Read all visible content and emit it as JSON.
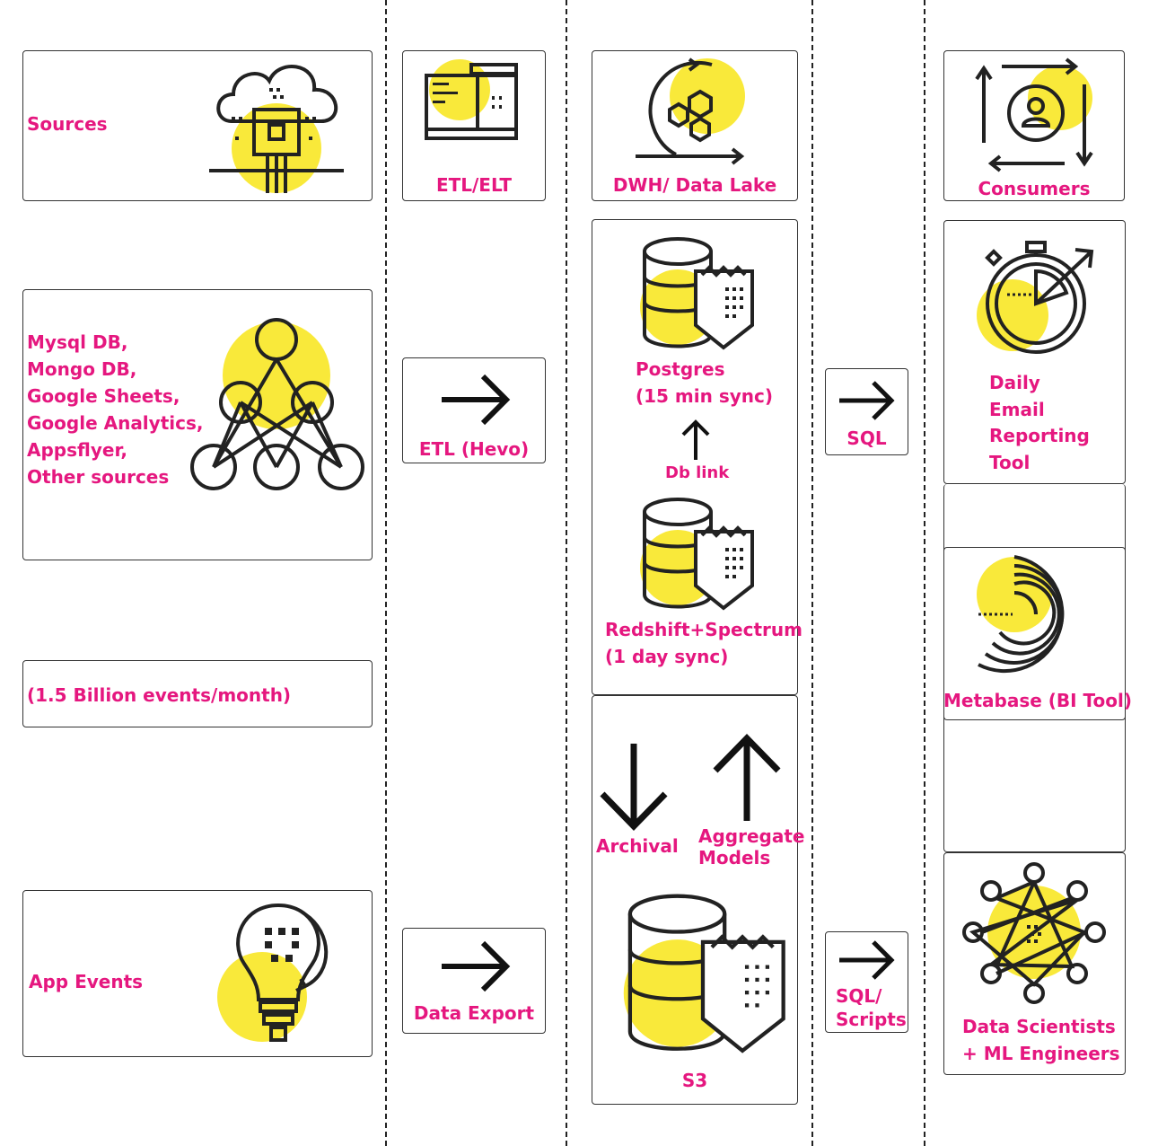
{
  "colors": {
    "accent_text": "#e5177f",
    "highlight": "#f9e93a",
    "line": "#222222"
  },
  "sources": {
    "header": "Sources",
    "list": [
      "Mysql DB,",
      "Mongo DB,",
      "Google Sheets,",
      "Google Analytics,",
      "Appsflyer,",
      "Other sources"
    ],
    "volume": "(1.5 Billion events/month)",
    "app_events": "App Events"
  },
  "etl": {
    "header": "ETL/ELT",
    "hevo": "ETL (Hevo)",
    "export": "Data Export"
  },
  "dwh": {
    "header": "DWH/ Data Lake",
    "postgres": [
      "Postgres",
      "(15 min sync)"
    ],
    "db_link": "Db link",
    "redshift": [
      "Redshift+Spectrum",
      "(1 day sync)"
    ],
    "archival": "Archival",
    "aggregate": [
      "Aggregate",
      "Models"
    ],
    "s3": "S3"
  },
  "connectors": {
    "sql": "SQL",
    "sql_scripts": [
      "SQL/",
      "Scripts"
    ]
  },
  "consumers": {
    "header": "Consumers",
    "daily_email": [
      "Daily",
      "Email",
      "Reporting",
      "Tool"
    ],
    "metabase": "Metabase (BI Tool)",
    "data_scientists": [
      "Data Scientists",
      "+ ML Engineers"
    ]
  },
  "icons": [
    "cloud-chip-icon",
    "network-graph-icon",
    "lightbulb-icon",
    "etl-tools-icon",
    "cycle-hexagon-icon",
    "consumer-cycle-icon",
    "database-shield-icon",
    "stopwatch-chart-icon",
    "radial-chart-icon",
    "star-network-icon",
    "arrow-right-icon",
    "arrow-up-icon",
    "arrow-down-icon"
  ]
}
